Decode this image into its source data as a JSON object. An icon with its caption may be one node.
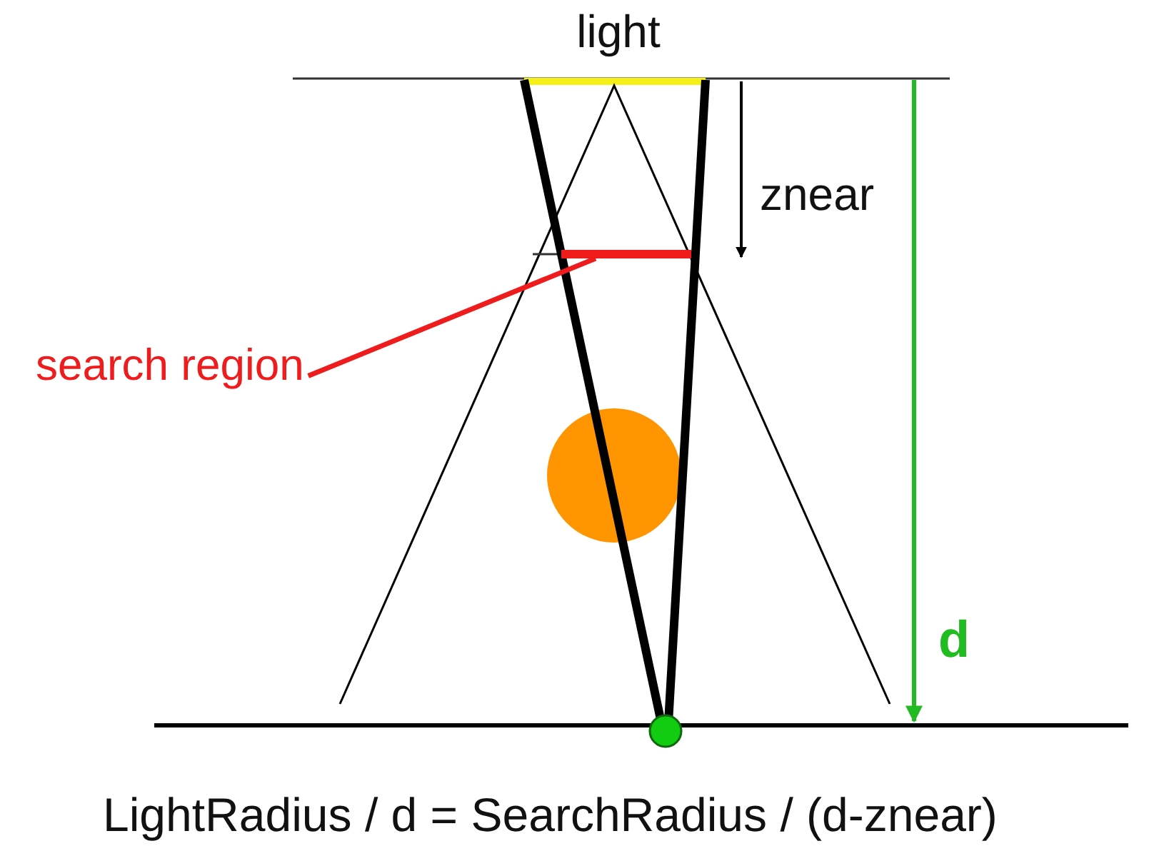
{
  "diagram": {
    "nodes": [
      {
        "text": [
          "search region"
        ]
      },
      {
        "text": [],
        "shape": "bar"
      }
    ],
    "edges": [
      {
        "from": 0,
        "to": 1,
        "arrow": "none",
        "color": "#ee1c1c"
      }
    ],
    "labels": [
      "light",
      "znear",
      "d",
      "LightRadius / d = SearchRadius / (d-znear)"
    ]
  }
}
